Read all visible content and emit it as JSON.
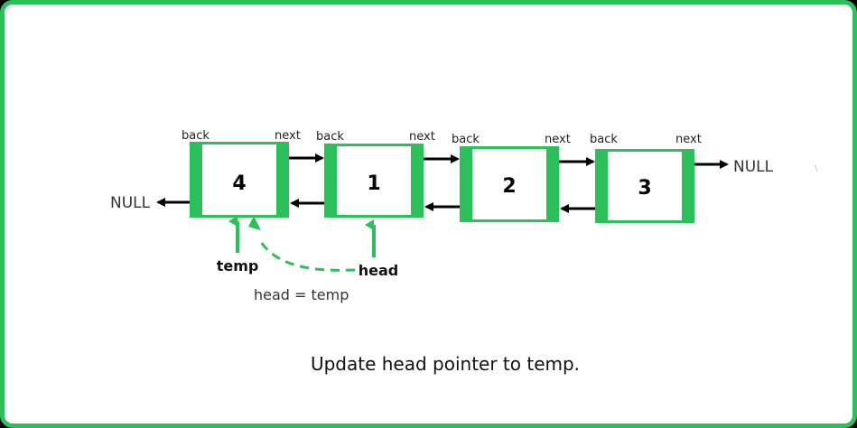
{
  "nodes": [
    {
      "value": "4",
      "back_label": "back",
      "next_label": "next"
    },
    {
      "value": "1",
      "back_label": "back",
      "next_label": "next"
    },
    {
      "value": "2",
      "back_label": "back",
      "next_label": "next"
    },
    {
      "value": "3",
      "back_label": "back",
      "next_label": "next"
    }
  ],
  "null_left": "NULL",
  "null_right": "NULL",
  "pointers": {
    "temp": "temp",
    "head": "head",
    "assignment": "head = temp"
  },
  "caption": "Update head pointer to temp.",
  "colors": {
    "accent": "#2cc05a",
    "dashed": "#2cc05a",
    "arrow": "#000000"
  }
}
